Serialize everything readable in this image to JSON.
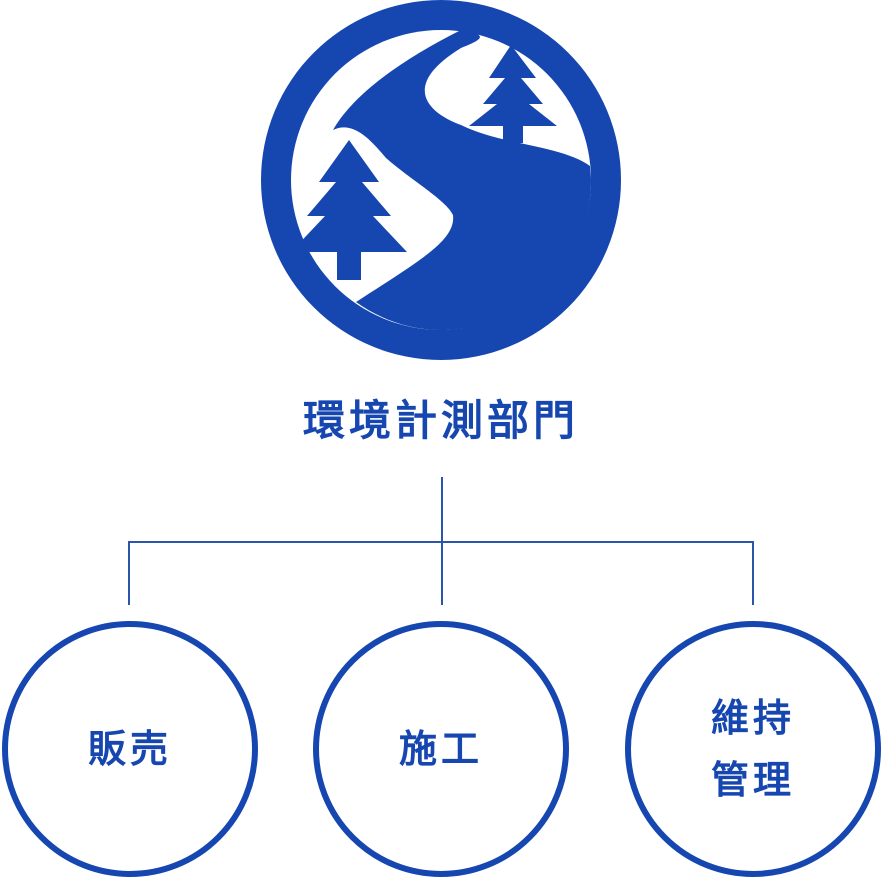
{
  "colors": {
    "brand": "#1646b0",
    "line": "#2b55ab",
    "background": "#ffffff"
  },
  "logo": {
    "icon": "river-forest-emblem"
  },
  "title": "環境計測部門",
  "branches": [
    {
      "lines": [
        "販売"
      ]
    },
    {
      "lines": [
        "施工"
      ]
    },
    {
      "lines": [
        "維持",
        "管理"
      ]
    }
  ]
}
